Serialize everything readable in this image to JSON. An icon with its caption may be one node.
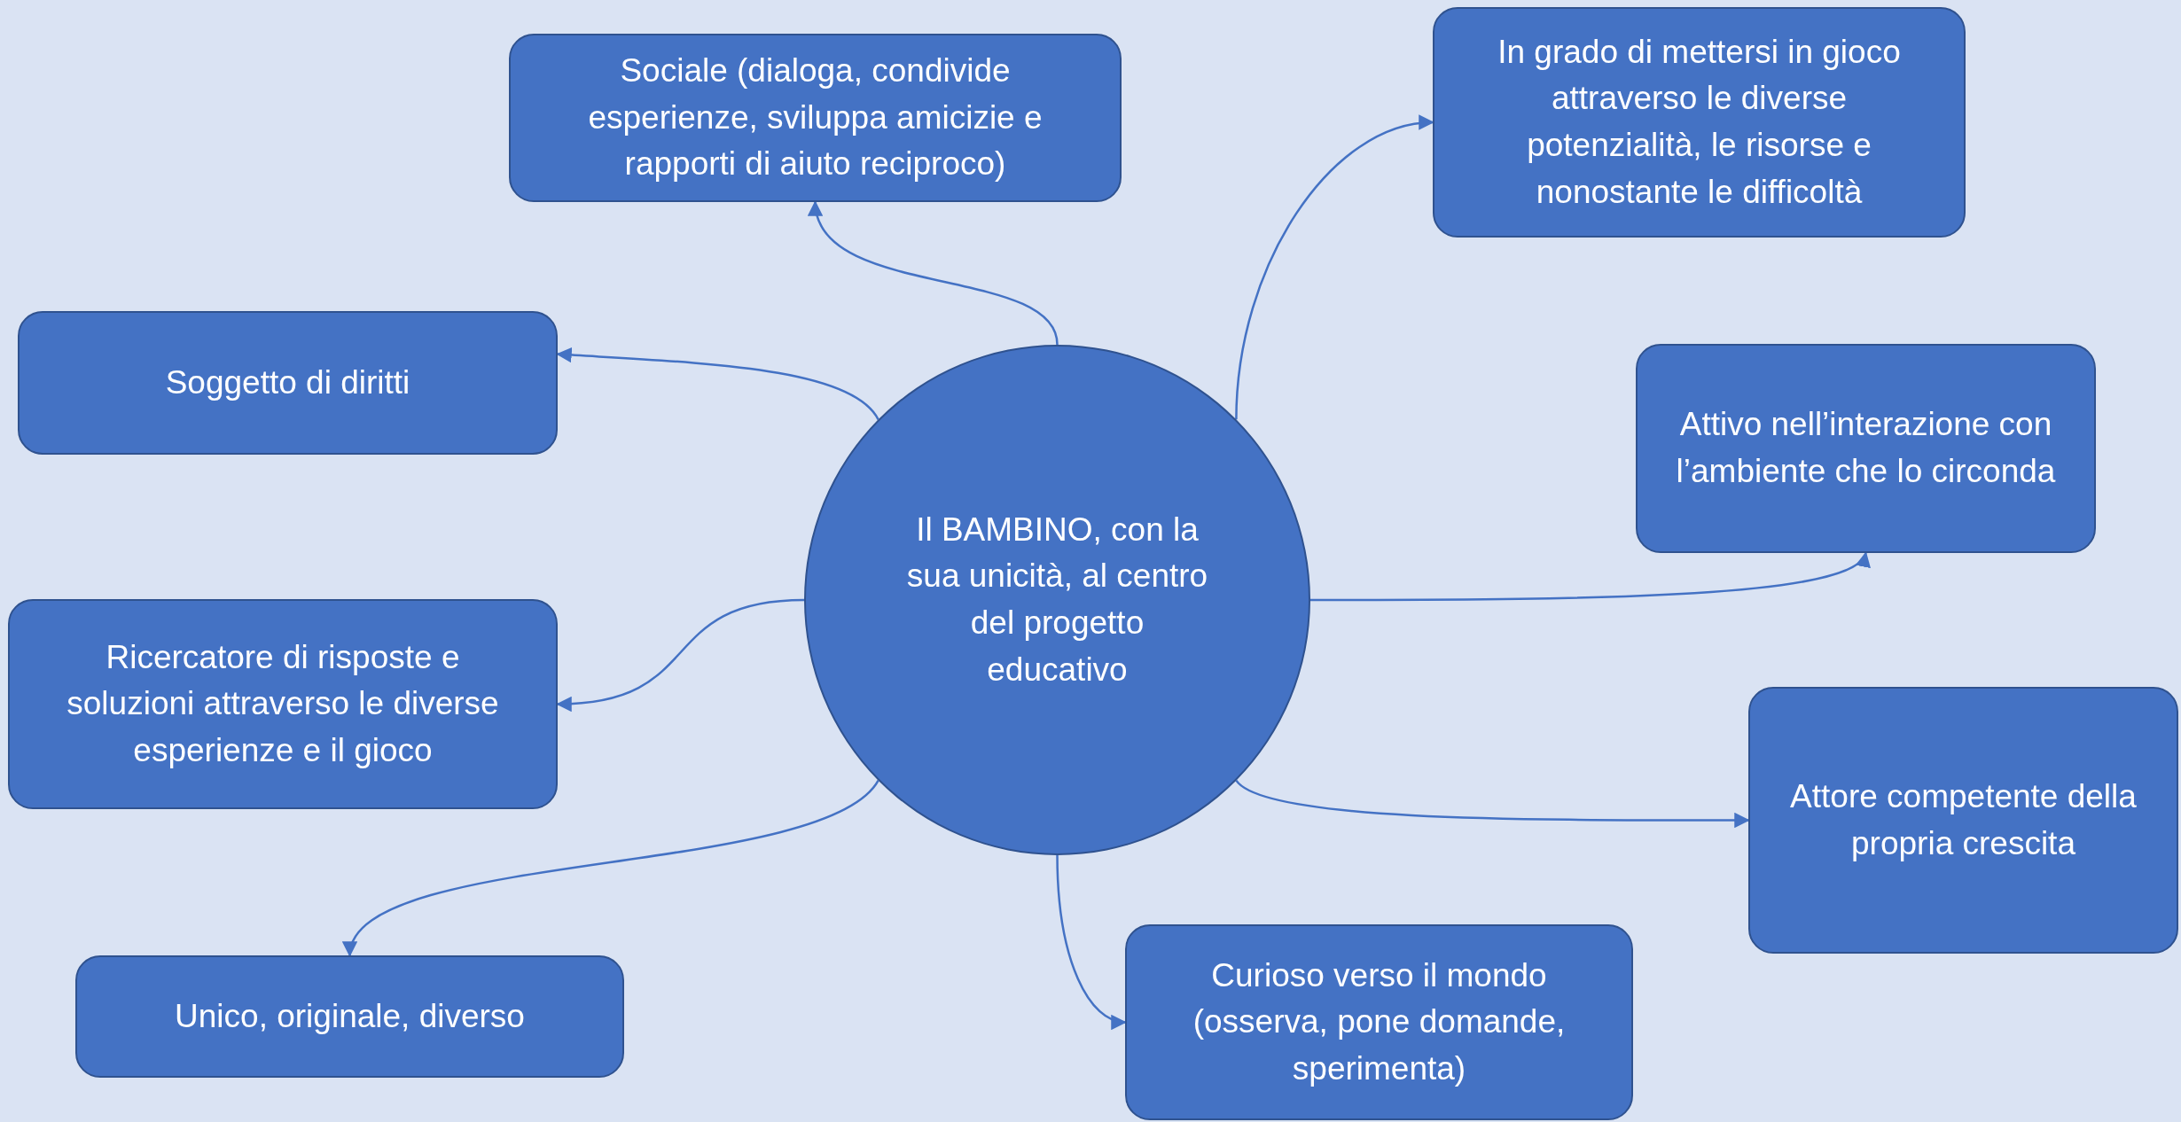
{
  "diagram": {
    "nodes": [
      {
        "text": [
          "Il BAMBINO, con la sua unicità, al centro del progetto educativo"
        ]
      },
      {
        "text": [
          "Sociale (dialoga, condivide esperienze, sviluppa amicizie e rapporti di aiuto reciproco)"
        ]
      },
      {
        "text": [
          "In grado di mettersi in gioco attraverso le  diverse potenzialità, le risorse e nonostante le difficoltà"
        ]
      },
      {
        "text": [
          "Soggetto di diritti"
        ]
      },
      {
        "text": [
          "Attivo nell’interazione con l’ambiente che lo circonda"
        ]
      },
      {
        "text": [
          "Ricercatore di risposte e soluzioni attraverso le diverse esperienze e il gioco"
        ]
      },
      {
        "text": [
          "Attore competente della propria crescita"
        ]
      },
      {
        "text": [
          "Curioso verso il mondo (osserva, pone domande, sperimenta)"
        ]
      },
      {
        "text": [
          "Unico, originale, diverso"
        ]
      }
    ],
    "edges": [
      {
        "from": 0,
        "to": 1,
        "arrow": "to"
      },
      {
        "from": 0,
        "to": 2,
        "arrow": "to"
      },
      {
        "from": 0,
        "to": 3,
        "arrow": "to"
      },
      {
        "from": 0,
        "to": 4,
        "arrow": "to"
      },
      {
        "from": 0,
        "to": 5,
        "arrow": "to"
      },
      {
        "from": 0,
        "to": 6,
        "arrow": "to"
      },
      {
        "from": 0,
        "to": 7,
        "arrow": "to"
      },
      {
        "from": 0,
        "to": 8,
        "arrow": "to"
      }
    ]
  }
}
